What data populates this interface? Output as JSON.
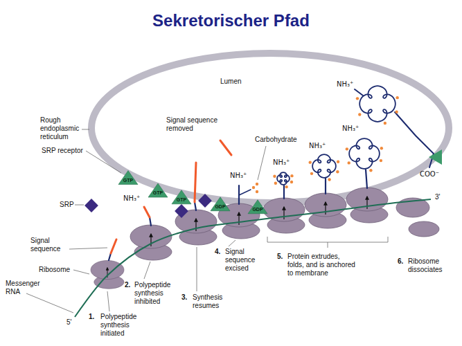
{
  "diagram": {
    "title": "Sekretorischer Pfad",
    "labels": [
      "Lumen",
      "Rough endoplasmic reticulum",
      "SRP receptor",
      "GTP",
      "GTP",
      "GTP",
      "GDP",
      "GDP",
      "Signal sequence removed",
      "Carbohydrate",
      "NH₃⁺",
      "NH₃⁺",
      "NH₃⁺",
      "NH₃⁺",
      "NH₃⁺",
      "NH₃⁺",
      "COO⁻",
      "SRP",
      "3'",
      "Signal sequence",
      "Ribosome",
      "Messenger RNA",
      "5'",
      "1.",
      "Polypeptide synthesis initiated",
      "2.",
      "Polypeptide synthesis inhibited",
      "3.",
      "Synthesis resumes",
      "4.",
      "Signal sequence excised",
      "5.",
      "Protein extrudes, folds, and is anchored to membrane",
      "6.",
      "Ribosome dissociates"
    ]
  }
}
